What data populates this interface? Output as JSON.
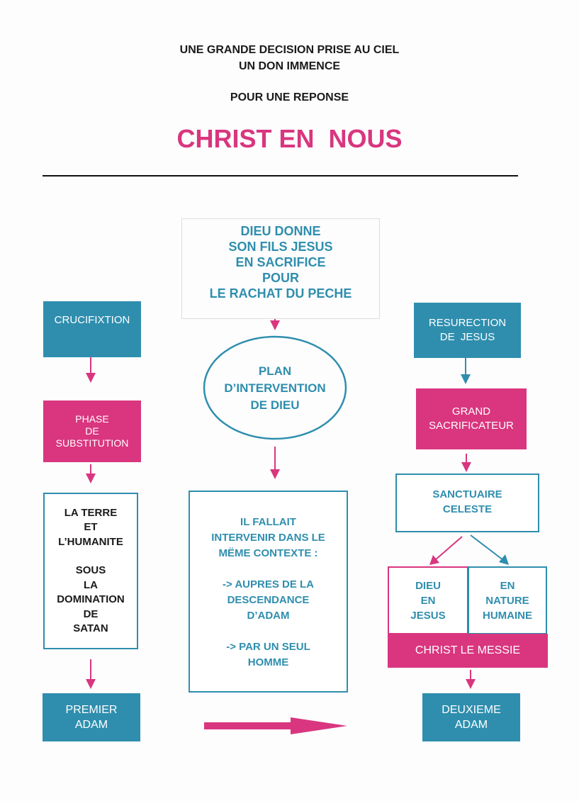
{
  "header": {
    "line1": "UNE GRANDE DECISION PRISE AU CIEL",
    "line2": "UN DON IMMENCE",
    "line3": "POUR UNE REPONSE",
    "title": "CHRIST EN  NOUS"
  },
  "center": {
    "top_box": [
      "DIEU DONNE",
      "SON FILS JESUS",
      "EN SACRIFICE",
      "POUR",
      "LE RACHAT DU PECHE"
    ],
    "ellipse": [
      "PLAN",
      "D’INTERVENTION",
      "DE DIEU"
    ],
    "main_box": [
      "IL FALLAIT",
      "INTERVENIR DANS LE",
      "MËME CONTEXTE :",
      "",
      "-> AUPRES DE LA",
      "DESCENDANCE",
      "D’ADAM",
      "",
      "-> PAR UN SEUL",
      "HOMME"
    ]
  },
  "left": {
    "crucifixion": "CRUCIFIXTION",
    "phase": [
      "PHASE",
      "DE",
      "SUBSTITUTION"
    ],
    "terre": [
      "LA TERRE",
      "ET",
      "L’HUMANITE",
      "",
      "SOUS",
      "LA",
      "DOMINATION",
      "DE",
      "SATAN"
    ],
    "premier": [
      "PREMIER",
      "ADAM"
    ]
  },
  "right": {
    "resurrection": [
      "RESURECTION",
      "DE  JESUS"
    ],
    "grand": [
      "GRAND",
      "SACRIFICATEUR"
    ],
    "sanctuaire": [
      "SANCTUAIRE",
      "CELESTE"
    ],
    "dieu_en_jesus": [
      "DIEU",
      "EN",
      "JESUS"
    ],
    "nature": [
      "EN",
      "NATURE",
      "HUMAINE"
    ],
    "messie": "CHRIST LE MESSIE",
    "deuxieme": [
      "DEUXIEME",
      "ADAM"
    ]
  },
  "colors": {
    "blue": "#2f8eae",
    "pink": "#d9367f"
  }
}
